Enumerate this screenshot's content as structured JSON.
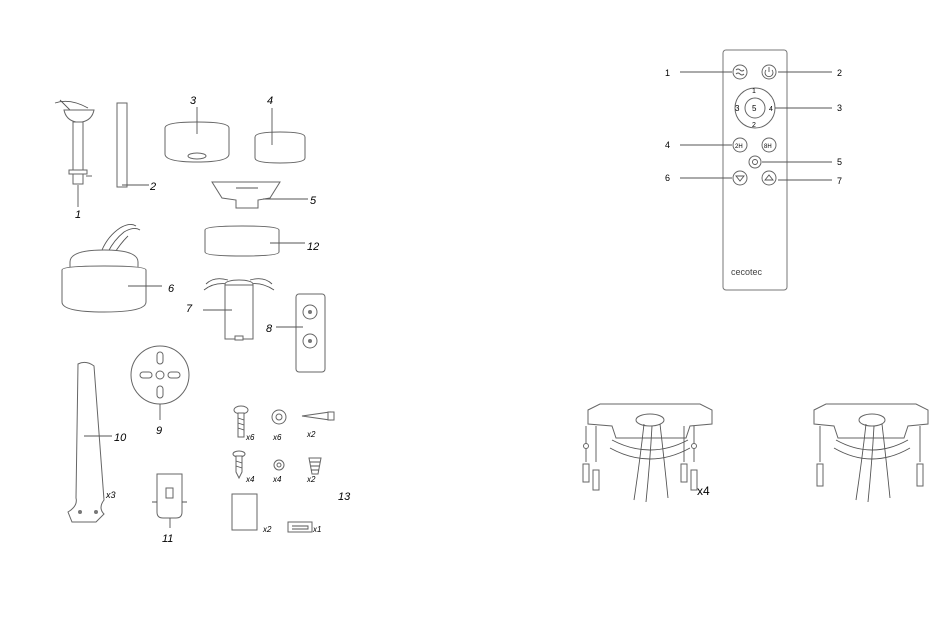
{
  "left_parts": {
    "labels": [
      "1",
      "2",
      "3",
      "4",
      "5",
      "12",
      "6",
      "7",
      "8",
      "10",
      "9",
      "11",
      "13"
    ],
    "counts": {
      "screw_large": "x6",
      "washer_large": "x6",
      "anchor": "x2",
      "screw_small": "x4",
      "washer_small": "x4",
      "connector": "x2",
      "pad": "x2",
      "wrench": "x1",
      "blades": "x3"
    }
  },
  "remote": {
    "callouts_left": [
      "1",
      "4",
      "6"
    ],
    "callouts_right": [
      "2",
      "3",
      "5",
      "7"
    ],
    "dial": {
      "top": "1",
      "left": "3",
      "center": "5",
      "right": "4",
      "bottom": "2"
    },
    "timer_2h": "2H",
    "timer_8h": "8H",
    "brand": "cecotec"
  },
  "mount": {
    "count": "x4"
  }
}
